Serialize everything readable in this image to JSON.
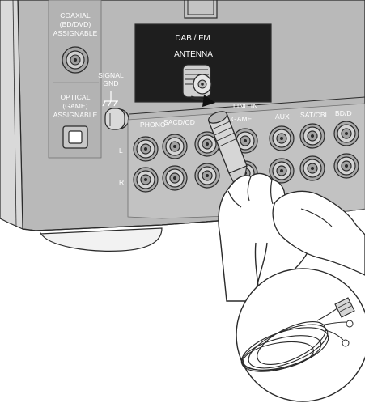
{
  "panel": {
    "coaxial": [
      "COAXIAL",
      "(BD/DVD)",
      "ASSIGNABLE"
    ],
    "optical": [
      "OPTICAL",
      "(GAME)",
      "ASSIGNABLE"
    ],
    "signal_gnd": [
      "SIGNAL",
      "GND"
    ],
    "dab_fm": "DAB / FM",
    "antenna": "ANTENNA",
    "line_in": "LINE IN",
    "inputs": [
      "PHONO",
      "SACD/CD",
      "GAME",
      "AUX",
      "SAT/CBL",
      "BD/D"
    ],
    "channel_left": "L",
    "channel_right": "R"
  },
  "colors": {
    "panel": "#b9b9b9",
    "panel_dark": "#9a9a9a",
    "antenna_box": "#1e1e1e",
    "outline": "#2a2a2a",
    "background": "#ffffff"
  },
  "icons": [
    "arrow-right-icon",
    "hand-icon",
    "antenna-cable-icon",
    "ground-symbol-icon"
  ]
}
